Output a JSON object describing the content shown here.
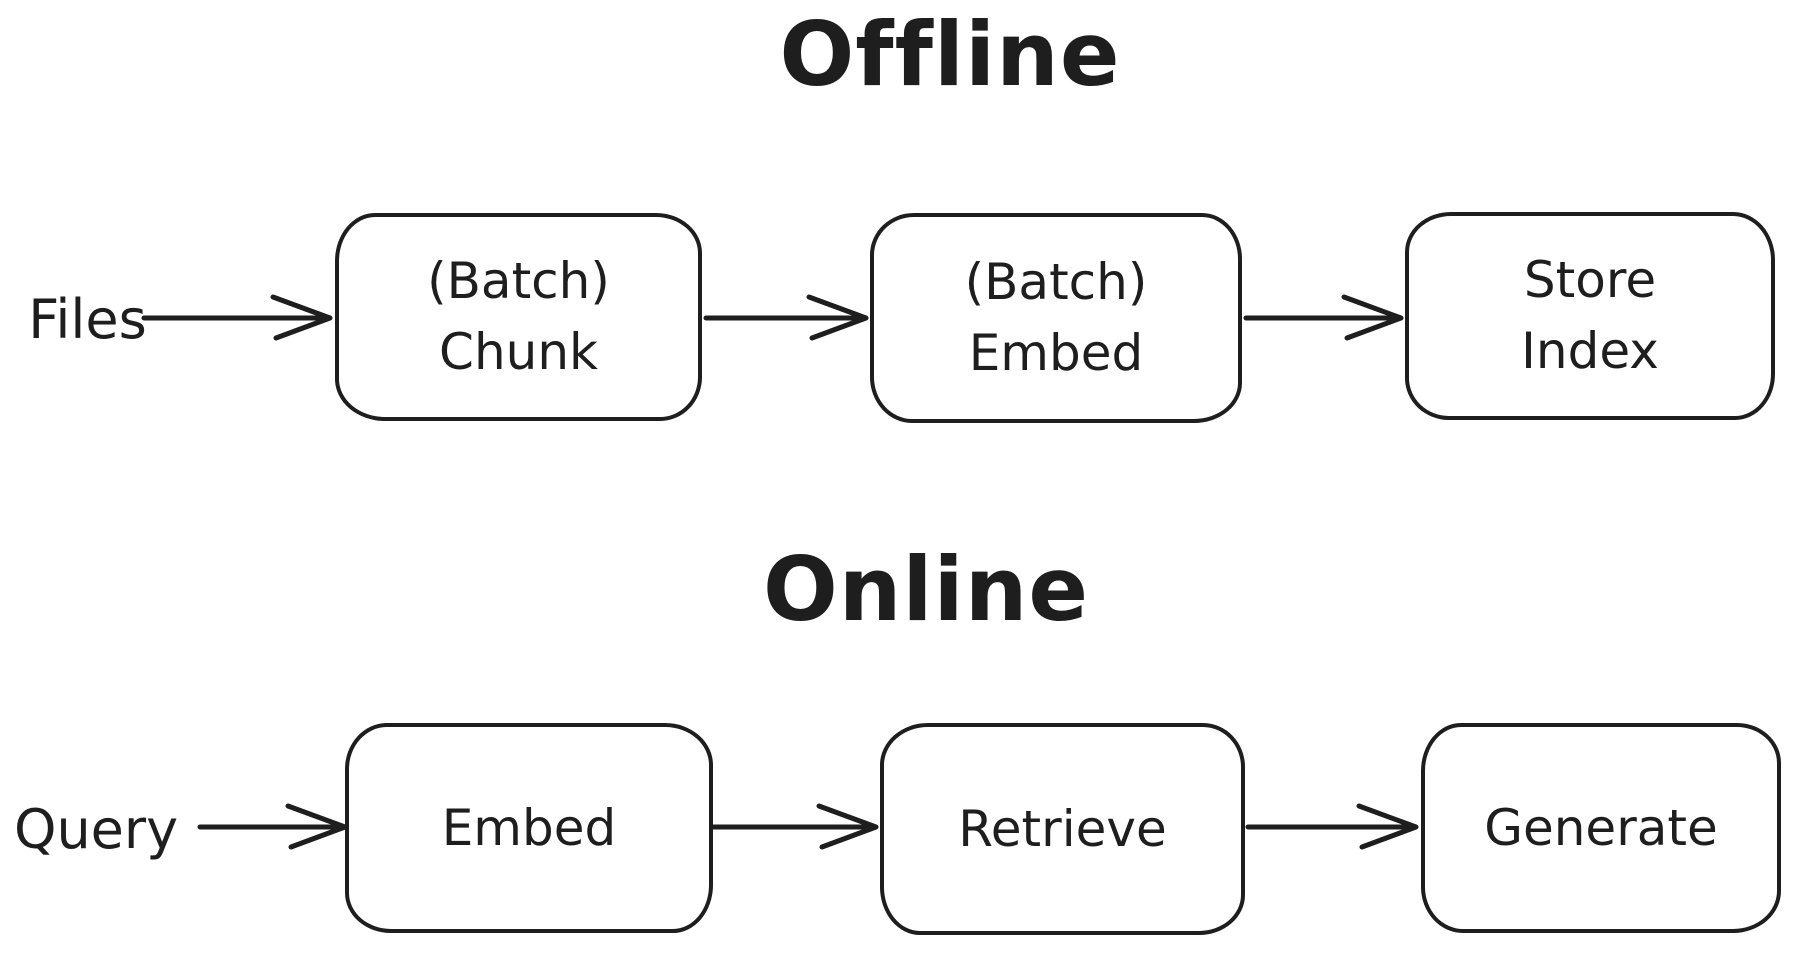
{
  "colors": {
    "stroke": "#1e1e1e",
    "background": "#ffffff"
  },
  "sections": [
    {
      "title": "Offline",
      "source_label": "Files",
      "nodes": [
        {
          "lines": [
            "(Batch)",
            "Chunk"
          ]
        },
        {
          "lines": [
            "(Batch)",
            "Embed"
          ]
        },
        {
          "lines": [
            "Store",
            "Index"
          ]
        }
      ]
    },
    {
      "title": "Online",
      "source_label": "Query",
      "nodes": [
        {
          "lines": [
            "Embed"
          ]
        },
        {
          "lines": [
            "Retrieve"
          ]
        },
        {
          "lines": [
            "Generate"
          ]
        }
      ]
    }
  ]
}
